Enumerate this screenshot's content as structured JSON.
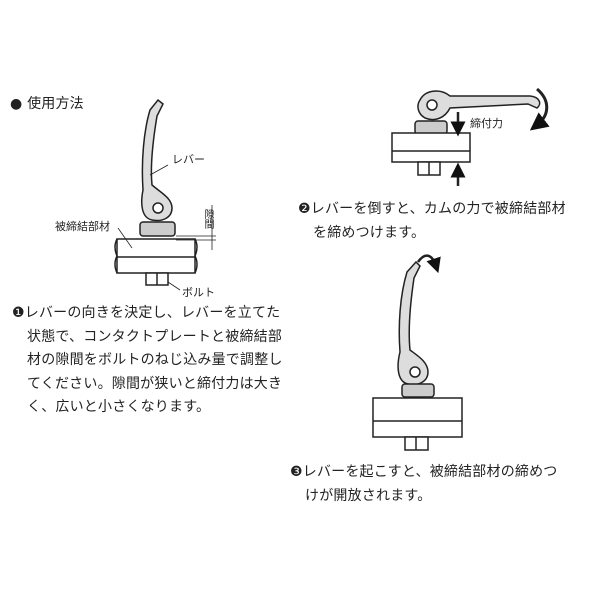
{
  "section_title": "● 使用方法",
  "figure1": {
    "lever_label": "レバー",
    "workpiece_label": "被締結部材",
    "gap_label": "隙間",
    "bolt_label": "ボルト"
  },
  "figure2": {
    "force_label": "締付力"
  },
  "steps": [
    {
      "lines": [
        "❶レバーの向きを決定し、レバーを立てた",
        "状態で、コンタクトプレートと被締結部",
        "材の隙間をボルトのねじ込み量で調整し",
        "てください。隙間が狭いと締付力は大き",
        "く、広いと小さくなります。"
      ]
    },
    {
      "lines": [
        "❷レバーを倒すと、カムの力で被締結部材",
        "を締めつけます。"
      ]
    },
    {
      "lines": [
        "❸レバーを起こすと、被締結部材の締めつ",
        "けが開放されます。"
      ]
    }
  ]
}
